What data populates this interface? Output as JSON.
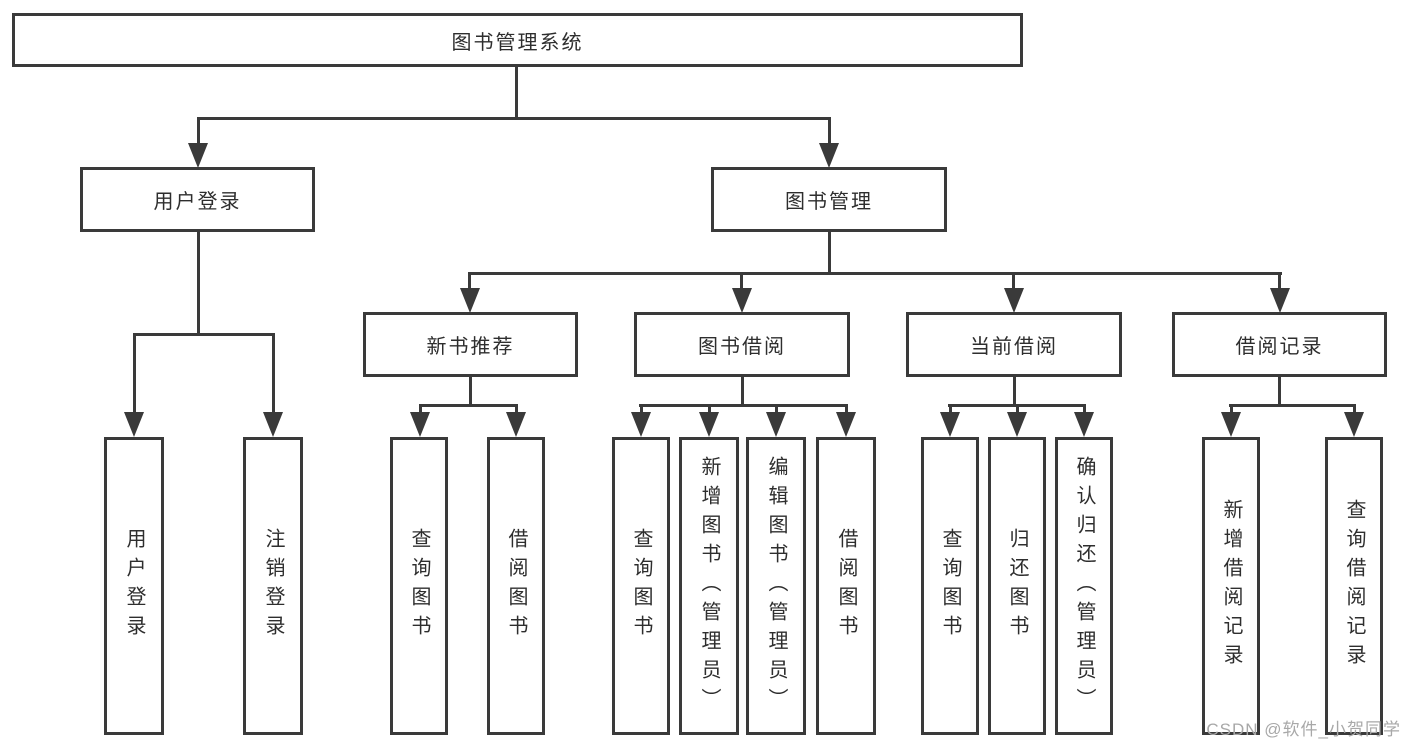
{
  "diagram": {
    "type": "hierarchy-tree",
    "watermark": "CSDN @软件_小贺同学",
    "colors": {
      "line": "#3a3a3a",
      "box_border": "#3a3a3a",
      "box_fill": "#ffffff",
      "text": "#2e2e2e",
      "background": "#ffffff",
      "watermark": "#a8a8a8"
    },
    "nodes": {
      "root": {
        "label": "图书管理系统"
      },
      "level2": [
        {
          "label": "用户登录"
        },
        {
          "label": "图书管理"
        }
      ],
      "level3": [
        {
          "label": "新书推荐",
          "parent": "图书管理"
        },
        {
          "label": "图书借阅",
          "parent": "图书管理"
        },
        {
          "label": "当前借阅",
          "parent": "图书管理"
        },
        {
          "label": "借阅记录",
          "parent": "图书管理"
        }
      ],
      "leaves": [
        {
          "label": "用户登录",
          "parent": "用户登录"
        },
        {
          "label": "注销登录",
          "parent": "用户登录"
        },
        {
          "label": "查询图书",
          "parent": "新书推荐"
        },
        {
          "label": "借阅图书",
          "parent": "新书推荐"
        },
        {
          "label": "查询图书",
          "parent": "图书借阅"
        },
        {
          "label": "新增图书（管理员）",
          "parent": "图书借阅"
        },
        {
          "label": "编辑图书（管理员）",
          "parent": "图书借阅"
        },
        {
          "label": "借阅图书",
          "parent": "图书借阅"
        },
        {
          "label": "查询图书",
          "parent": "当前借阅"
        },
        {
          "label": "归还图书",
          "parent": "当前借阅"
        },
        {
          "label": "确认归还（管理员）",
          "parent": "当前借阅"
        },
        {
          "label": "新增借阅记录",
          "parent": "借阅记录"
        },
        {
          "label": "查询借阅记录",
          "parent": "借阅记录"
        }
      ]
    }
  }
}
